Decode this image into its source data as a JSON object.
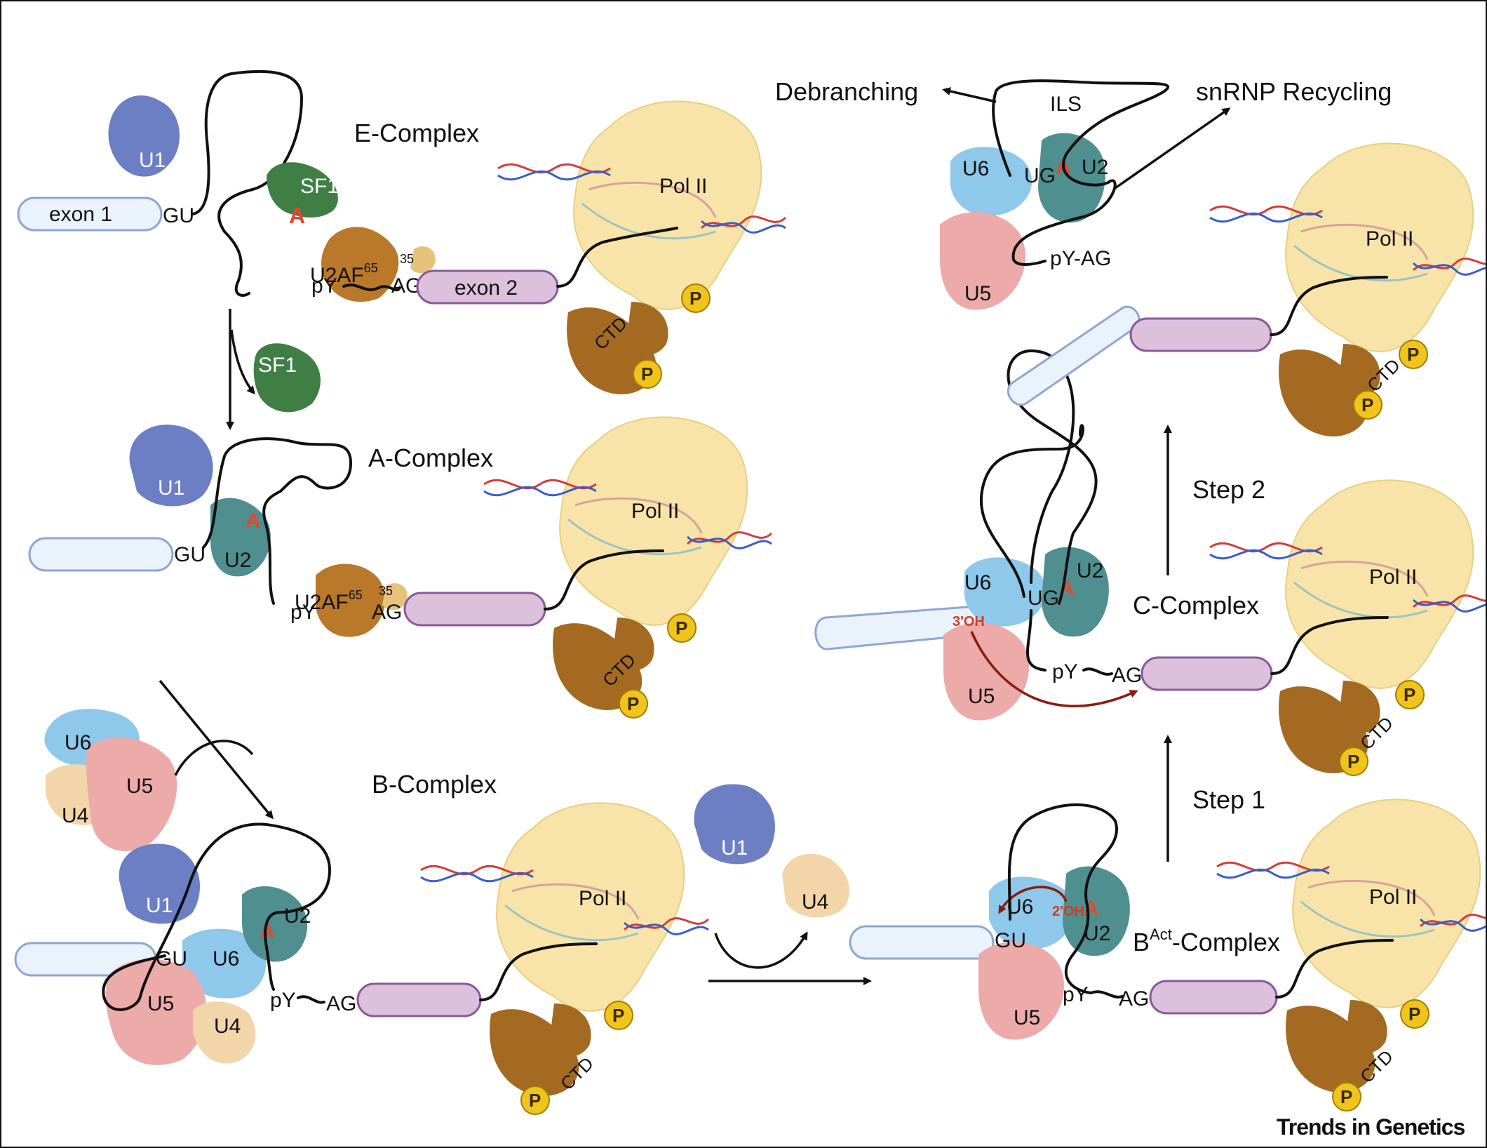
{
  "labels": {
    "e_complex": "E-Complex",
    "a_complex": "A-Complex",
    "b_complex": "B-Complex",
    "bact_base": "B",
    "bact_sup": "Act",
    "bact_rest": "-Complex",
    "c_complex": "C-Complex",
    "step1": "Step 1",
    "step2": "Step 2",
    "debranching": "Debranching",
    "recycling": "snRNP Recycling",
    "ils": "ILS",
    "exon1": "exon 1",
    "exon2": "exon 2",
    "gu": "GU",
    "ug": "UG",
    "pol2": "Pol II",
    "ctd": "CTD",
    "p": "P",
    "u1": "U1",
    "u2": "U2",
    "u4": "U4",
    "u5": "U5",
    "u6": "U6",
    "sf1": "SF1",
    "u2af": "U2AF",
    "u2af_sup": "65",
    "u2af35": "35",
    "py": "pY",
    "ag": "AG",
    "py_ag": "pY-AG",
    "a": "A",
    "oh2": "2'OH",
    "oh3": "3'OH"
  },
  "credit": "Trends in Genetics",
  "colors": {
    "u1": "#6c7fc4",
    "u2": "#4f8f8f",
    "u4": "#f2d5a8",
    "u5": "#ecaaa8",
    "u6": "#8ec8ea",
    "sf1": "#3f7f45",
    "u2af": "#b9782a",
    "pol2": "#f8e4a8",
    "ctd": "#a46a22",
    "phospho": "#f0c41c",
    "exon_mature": "#dcc0dc",
    "exon_light": "#eaf2fc",
    "branch_a": "#e8452c"
  }
}
